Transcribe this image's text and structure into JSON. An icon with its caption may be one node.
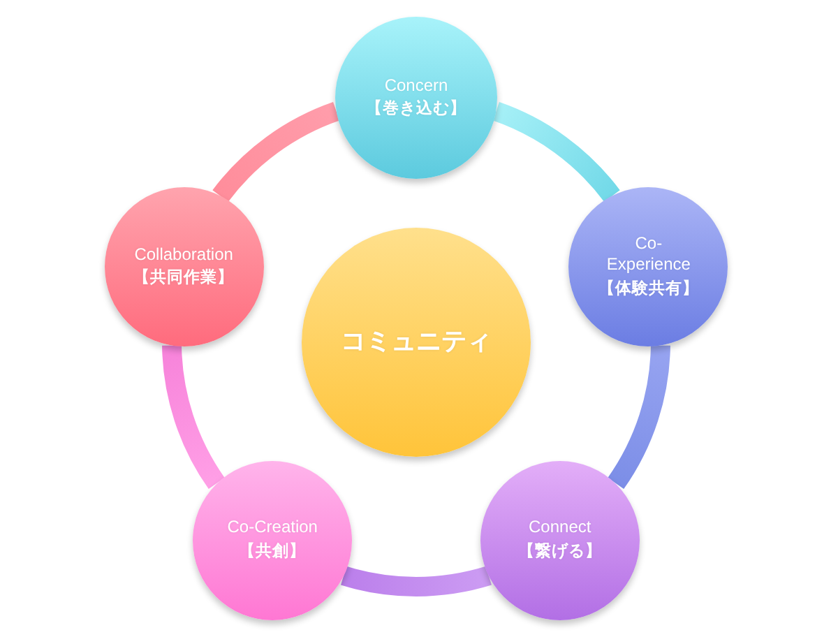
{
  "diagram": {
    "nodes": [
      {
        "text": [
          "コミュニティ"
        ]
      },
      {
        "text": [
          "Concern",
          "【巻き込む】"
        ]
      },
      {
        "text": [
          "Co-Experience",
          "【体験共有】"
        ]
      },
      {
        "text": [
          "Connect",
          "【繋げる】"
        ]
      },
      {
        "text": [
          "Co-Creation",
          "【共創】"
        ]
      },
      {
        "text": [
          "Collaboration",
          "【共同作業】"
        ]
      }
    ],
    "edges": [
      {
        "from": 1,
        "to": 2,
        "arrow": "none"
      },
      {
        "from": 2,
        "to": 3,
        "arrow": "none"
      },
      {
        "from": 3,
        "to": 4,
        "arrow": "none"
      },
      {
        "from": 4,
        "to": 5,
        "arrow": "none"
      },
      {
        "from": 5,
        "to": 1,
        "arrow": "none"
      }
    ]
  }
}
